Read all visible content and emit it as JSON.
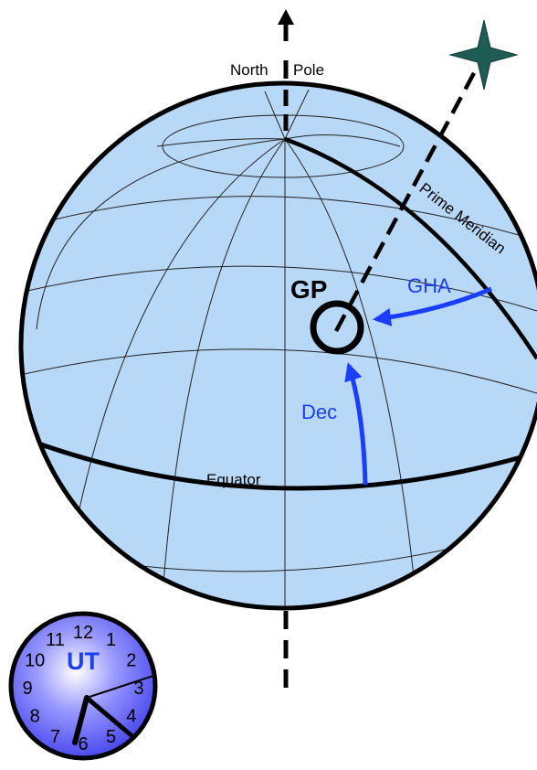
{
  "labels": {
    "north_pole": "North",
    "north_pole_2": "Pole",
    "prime_meridian": "Prime Meridian",
    "gp": "GP",
    "gha": "GHA",
    "dec": "Dec",
    "equator": "Equator"
  },
  "clock": {
    "title": "UT",
    "numerals": [
      "12",
      "1",
      "2",
      "3",
      "4",
      "5",
      "6",
      "7",
      "8",
      "9",
      "10",
      "11"
    ]
  },
  "colors": {
    "globe": "#b8d8f7",
    "star": "#1f5c56",
    "accent_blue": "#1a3dff",
    "outline": "#000000",
    "clock_face": "#7b7bff"
  }
}
